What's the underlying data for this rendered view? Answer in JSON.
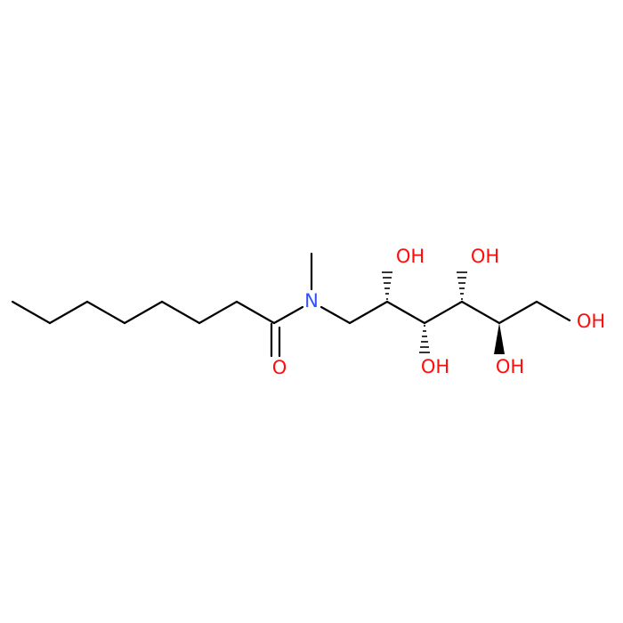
{
  "molecule": {
    "atoms": [
      {
        "symbol": "O",
        "color": "#ff0d0d"
      },
      {
        "symbol": "N",
        "color": "#3050f8"
      },
      {
        "symbol": "OH",
        "color": "#ff0d0d"
      },
      {
        "symbol": "OH",
        "color": "#ff0d0d"
      },
      {
        "symbol": "OH",
        "color": "#ff0d0d"
      },
      {
        "symbol": "OH",
        "color": "#ff0d0d"
      },
      {
        "symbol": "OH",
        "color": "#ff0d0d"
      }
    ],
    "bond_color": "#000000"
  }
}
